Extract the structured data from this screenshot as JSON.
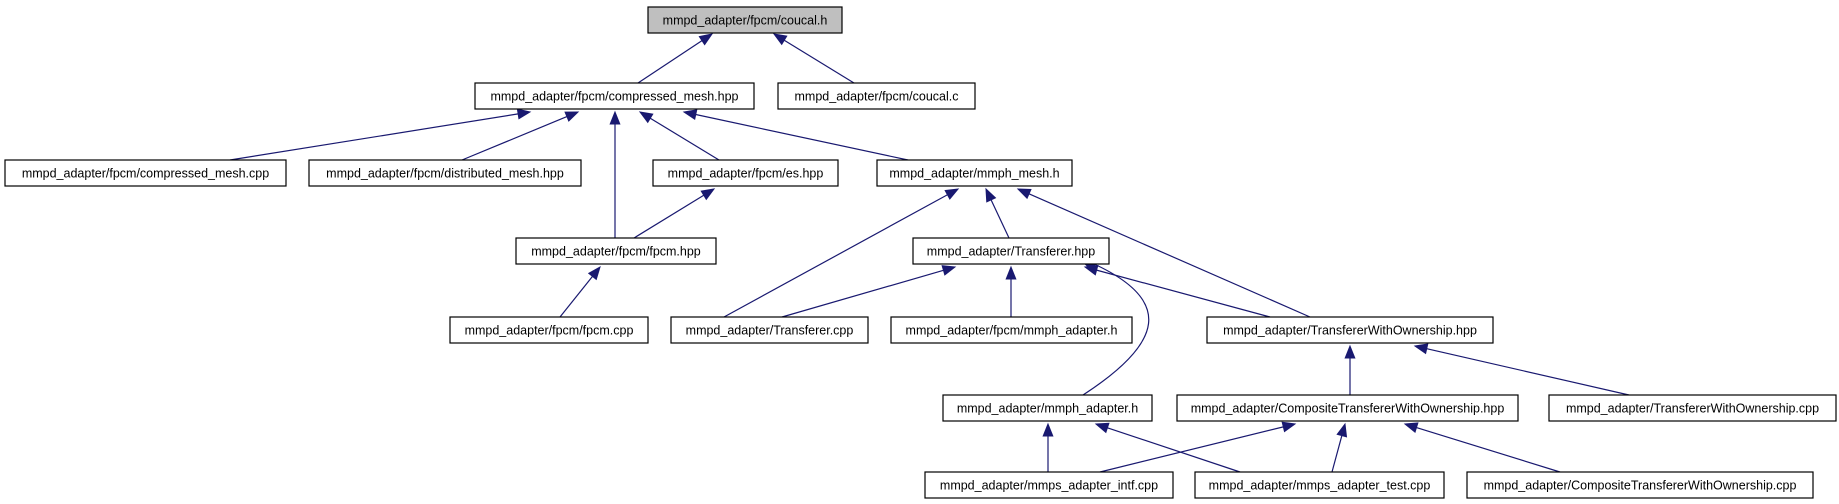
{
  "colors": {
    "edge": "#191970",
    "root_fill": "#bfbfbf",
    "node_fill": "#ffffff",
    "node_stroke": "#000000"
  },
  "nodes": [
    {
      "id": "coucal_h",
      "label": "mmpd_adapter/fpcm/coucal.h",
      "root": true
    },
    {
      "id": "compressed_mesh_hpp",
      "label": "mmpd_adapter/fpcm/compressed_mesh.hpp"
    },
    {
      "id": "coucal_c",
      "label": "mmpd_adapter/fpcm/coucal.c"
    },
    {
      "id": "compressed_mesh_cpp",
      "label": "mmpd_adapter/fpcm/compressed_mesh.cpp"
    },
    {
      "id": "distributed_mesh_hpp",
      "label": "mmpd_adapter/fpcm/distributed_mesh.hpp"
    },
    {
      "id": "es_hpp",
      "label": "mmpd_adapter/fpcm/es.hpp"
    },
    {
      "id": "mmph_mesh_h",
      "label": "mmpd_adapter/mmph_mesh.h"
    },
    {
      "id": "fpcm_hpp",
      "label": "mmpd_adapter/fpcm/fpcm.hpp"
    },
    {
      "id": "transferer_hpp",
      "label": "mmpd_adapter/Transferer.hpp"
    },
    {
      "id": "fpcm_cpp",
      "label": "mmpd_adapter/fpcm/fpcm.cpp"
    },
    {
      "id": "transferer_cpp",
      "label": "mmpd_adapter/Transferer.cpp"
    },
    {
      "id": "fpcm_mmph_adapter_h",
      "label": "mmpd_adapter/fpcm/mmph_adapter.h"
    },
    {
      "id": "twos_hpp",
      "label": "mmpd_adapter/TransfererWithOwnership.hpp"
    },
    {
      "id": "mmph_adapter_h",
      "label": "mmpd_adapter/mmph_adapter.h"
    },
    {
      "id": "ctwos_hpp",
      "label": "mmpd_adapter/CompositeTransfererWithOwnership.hpp"
    },
    {
      "id": "twos_cpp",
      "label": "mmpd_adapter/TransfererWithOwnership.cpp"
    },
    {
      "id": "mmps_intf_cpp",
      "label": "mmpd_adapter/mmps_adapter_intf.cpp"
    },
    {
      "id": "mmps_test_cpp",
      "label": "mmpd_adapter/mmps_adapter_test.cpp"
    },
    {
      "id": "ctwos_cpp",
      "label": "mmpd_adapter/CompositeTransfererWithOwnership.cpp"
    }
  ],
  "edges": [
    {
      "from": "compressed_mesh_hpp",
      "to": "coucal_h"
    },
    {
      "from": "coucal_c",
      "to": "coucal_h"
    },
    {
      "from": "compressed_mesh_cpp",
      "to": "compressed_mesh_hpp"
    },
    {
      "from": "distributed_mesh_hpp",
      "to": "compressed_mesh_hpp"
    },
    {
      "from": "fpcm_hpp",
      "to": "compressed_mesh_hpp"
    },
    {
      "from": "es_hpp",
      "to": "compressed_mesh_hpp"
    },
    {
      "from": "mmph_mesh_h",
      "to": "compressed_mesh_hpp"
    },
    {
      "from": "fpcm_hpp",
      "to": "es_hpp"
    },
    {
      "from": "fpcm_cpp",
      "to": "fpcm_hpp"
    },
    {
      "from": "transferer_cpp",
      "to": "mmph_mesh_h"
    },
    {
      "from": "transferer_hpp",
      "to": "mmph_mesh_h"
    },
    {
      "from": "twos_hpp",
      "to": "mmph_mesh_h"
    },
    {
      "from": "transferer_cpp",
      "to": "transferer_hpp"
    },
    {
      "from": "fpcm_mmph_adapter_h",
      "to": "transferer_hpp"
    },
    {
      "from": "twos_hpp",
      "to": "transferer_hpp"
    },
    {
      "from": "mmph_adapter_h",
      "to": "transferer_hpp"
    },
    {
      "from": "ctwos_hpp",
      "to": "twos_hpp"
    },
    {
      "from": "twos_cpp",
      "to": "twos_hpp"
    },
    {
      "from": "mmps_intf_cpp",
      "to": "mmph_adapter_h"
    },
    {
      "from": "mmps_test_cpp",
      "to": "mmph_adapter_h"
    },
    {
      "from": "mmps_intf_cpp",
      "to": "ctwos_hpp"
    },
    {
      "from": "mmps_test_cpp",
      "to": "ctwos_hpp"
    },
    {
      "from": "ctwos_cpp",
      "to": "ctwos_hpp"
    }
  ]
}
